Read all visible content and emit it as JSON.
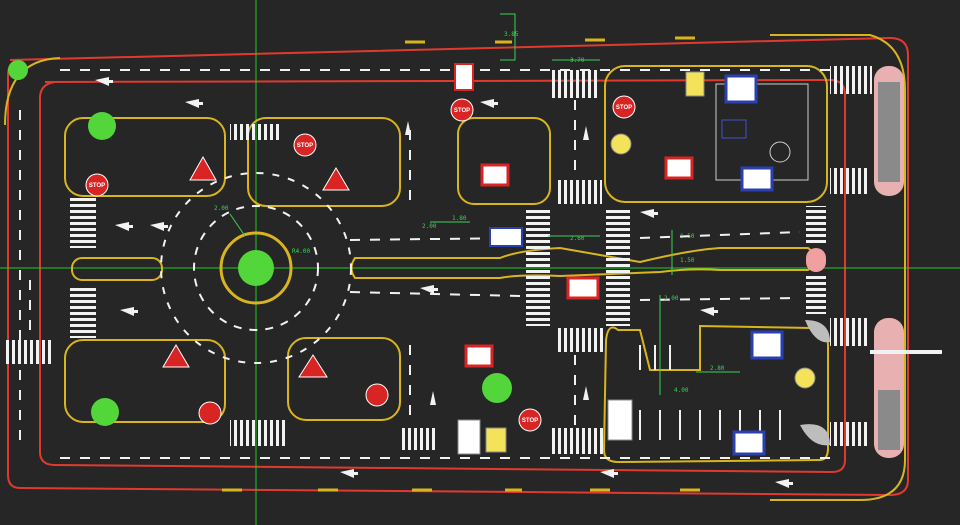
{
  "colors": {
    "background": "#262626",
    "boundary": "#e03a2f",
    "curb": "#d8b51e",
    "markings": "#f2f2f2",
    "dimension": "#39d353",
    "crosshair": "#22c922",
    "tree": "#52d63a",
    "info_sign": "#2a3fb0"
  },
  "stop_sign_text": "STOP",
  "dimensions": {
    "d1": "2.00",
    "d2": "R4.00",
    "d3": "2.00",
    "d4": "1.80",
    "d5": "2.60",
    "d6": "1.50",
    "d7": "1.50",
    "d8": "2.80",
    "d9": "4.00",
    "d10": "2.00",
    "d11": "3.85",
    "d12": "3.70"
  }
}
